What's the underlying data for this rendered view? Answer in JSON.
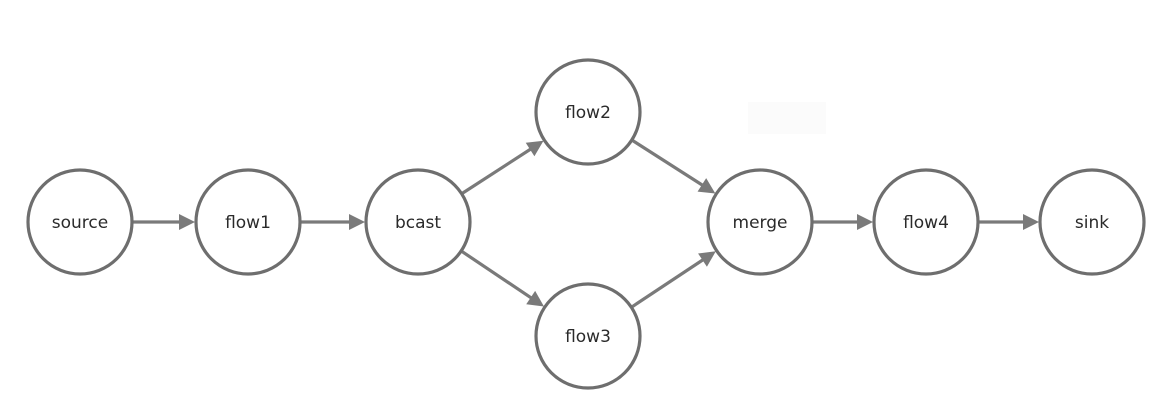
{
  "diagram": {
    "nodes": [
      {
        "id": "source",
        "label": "source"
      },
      {
        "id": "flow1",
        "label": "flow1"
      },
      {
        "id": "bcast",
        "label": "bcast"
      },
      {
        "id": "flow2",
        "label": "flow2"
      },
      {
        "id": "flow3",
        "label": "flow3"
      },
      {
        "id": "merge",
        "label": "merge"
      },
      {
        "id": "flow4",
        "label": "flow4"
      },
      {
        "id": "sink",
        "label": "sink"
      }
    ],
    "edges": [
      {
        "from": "source",
        "to": "flow1"
      },
      {
        "from": "flow1",
        "to": "bcast"
      },
      {
        "from": "bcast",
        "to": "flow2"
      },
      {
        "from": "bcast",
        "to": "flow3"
      },
      {
        "from": "flow2",
        "to": "merge"
      },
      {
        "from": "flow3",
        "to": "merge"
      },
      {
        "from": "merge",
        "to": "flow4"
      },
      {
        "from": "flow4",
        "to": "sink"
      }
    ],
    "colors": {
      "node_stroke": "#6e6e6e",
      "edge": "#7a7a7a",
      "label": "#2a2a2a",
      "title": "#24313b"
    }
  }
}
